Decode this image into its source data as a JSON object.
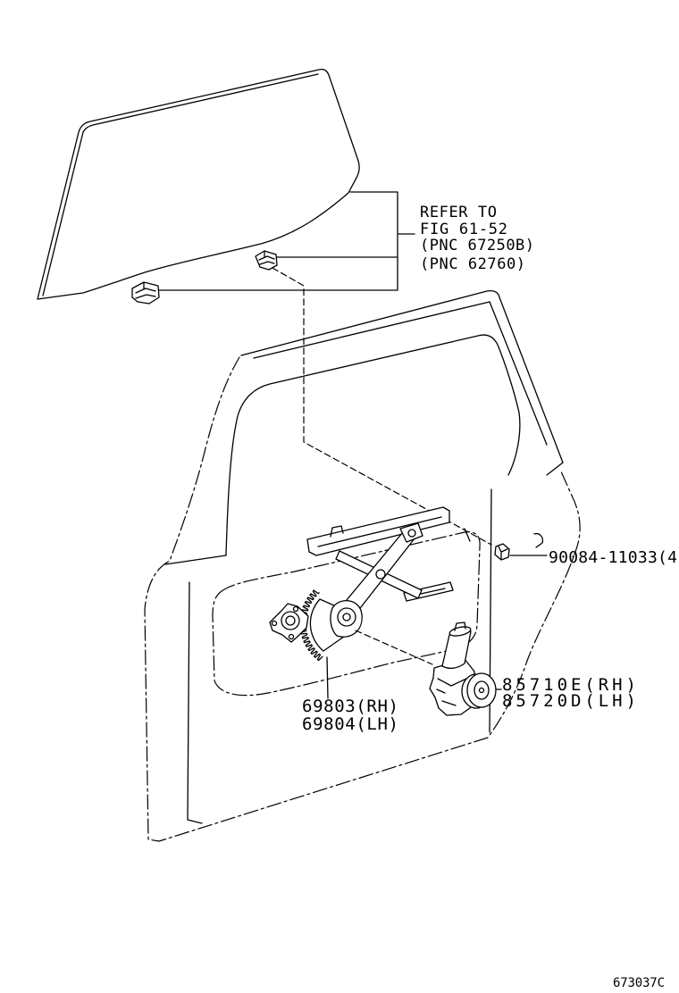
{
  "figure": {
    "refer_note": {
      "line1": "REFER TO",
      "line2": "FIG 61-52",
      "line3": "(PNC 67250B)",
      "line4": "(PNC 62760)"
    },
    "callouts": {
      "bolt": "90084-11033(4",
      "regulator_rh": "69803(RH)",
      "regulator_lh": "69804(LH)",
      "motor_rh": "85710E(RH)",
      "motor_lh": "85720D(LH)"
    },
    "illustration_code": "673037C"
  },
  "colors": {
    "line": "#000000",
    "background": "#ffffff"
  }
}
